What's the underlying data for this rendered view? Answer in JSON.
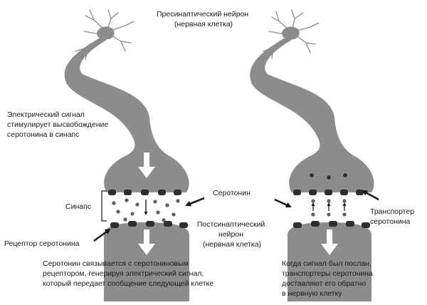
{
  "colors": {
    "neuron": "#8c8c8c",
    "receptor": "#2e2e2e",
    "serotonin": "#5f5f5f",
    "arrow_dark": "#1a1a1a",
    "arrow_light": "#ffffff",
    "background": "#ffffff"
  },
  "labels": {
    "presynaptic_title": [
      "Пресинаптический нейрон",
      "(нервная клетка)"
    ],
    "electric_signal": [
      "Электрический сигнал",
      "стимулирует высвобождение",
      "серотонина в синапс"
    ],
    "synapse": "Синапс",
    "serotonin": "Серотонин",
    "postsynaptic": [
      "Постсинаптический",
      "нейрон",
      "(нервная клетка)"
    ],
    "receptor": "Рецептор серотонина",
    "transporter": [
      "Транспортер",
      "серотонина"
    ],
    "caption_left": [
      "Серотонин связывается с серотониновым",
      "рецептором, генерируя электрический сигнал,",
      "который передает сообщение следующей клетке"
    ],
    "caption_right": [
      "Когда сигнал был послан,",
      "транспортеры серотонина",
      "доставляют его обратно",
      "в нервную клетку"
    ]
  },
  "icons": {
    "release_arrow": "arrow-down-icon",
    "pointer_arrow": "arrow-pointer-icon",
    "reuptake_arrow": "arrow-up-icon"
  }
}
